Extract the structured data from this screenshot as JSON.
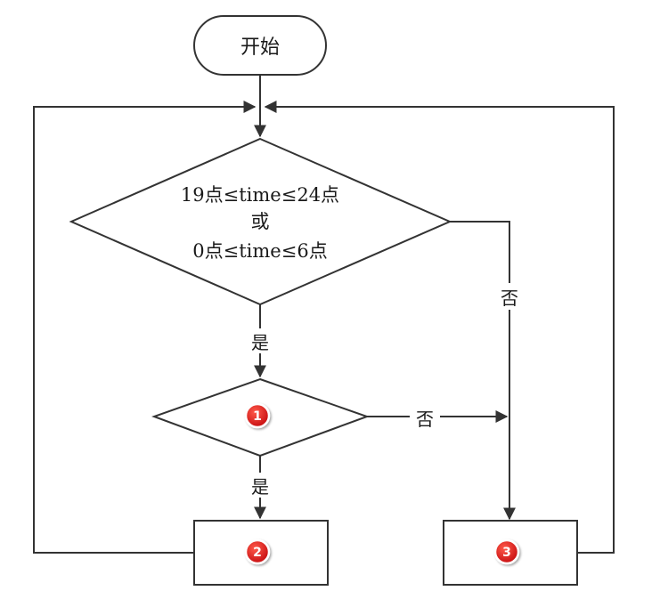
{
  "start": {
    "label": "开始"
  },
  "decision_main": {
    "line1": "19点≤time≤24点",
    "line2": "或",
    "line3": "0点≤time≤6点"
  },
  "decision_second": {
    "badge": "1"
  },
  "process_left": {
    "badge": "2"
  },
  "process_right": {
    "badge": "3"
  },
  "edges": {
    "main_yes": "是",
    "main_no": "否",
    "second_yes": "是",
    "second_no": "否"
  },
  "colors": {
    "stroke": "#333333",
    "badge_fill": "#e0191b",
    "badge_ring": "#ffffff"
  }
}
